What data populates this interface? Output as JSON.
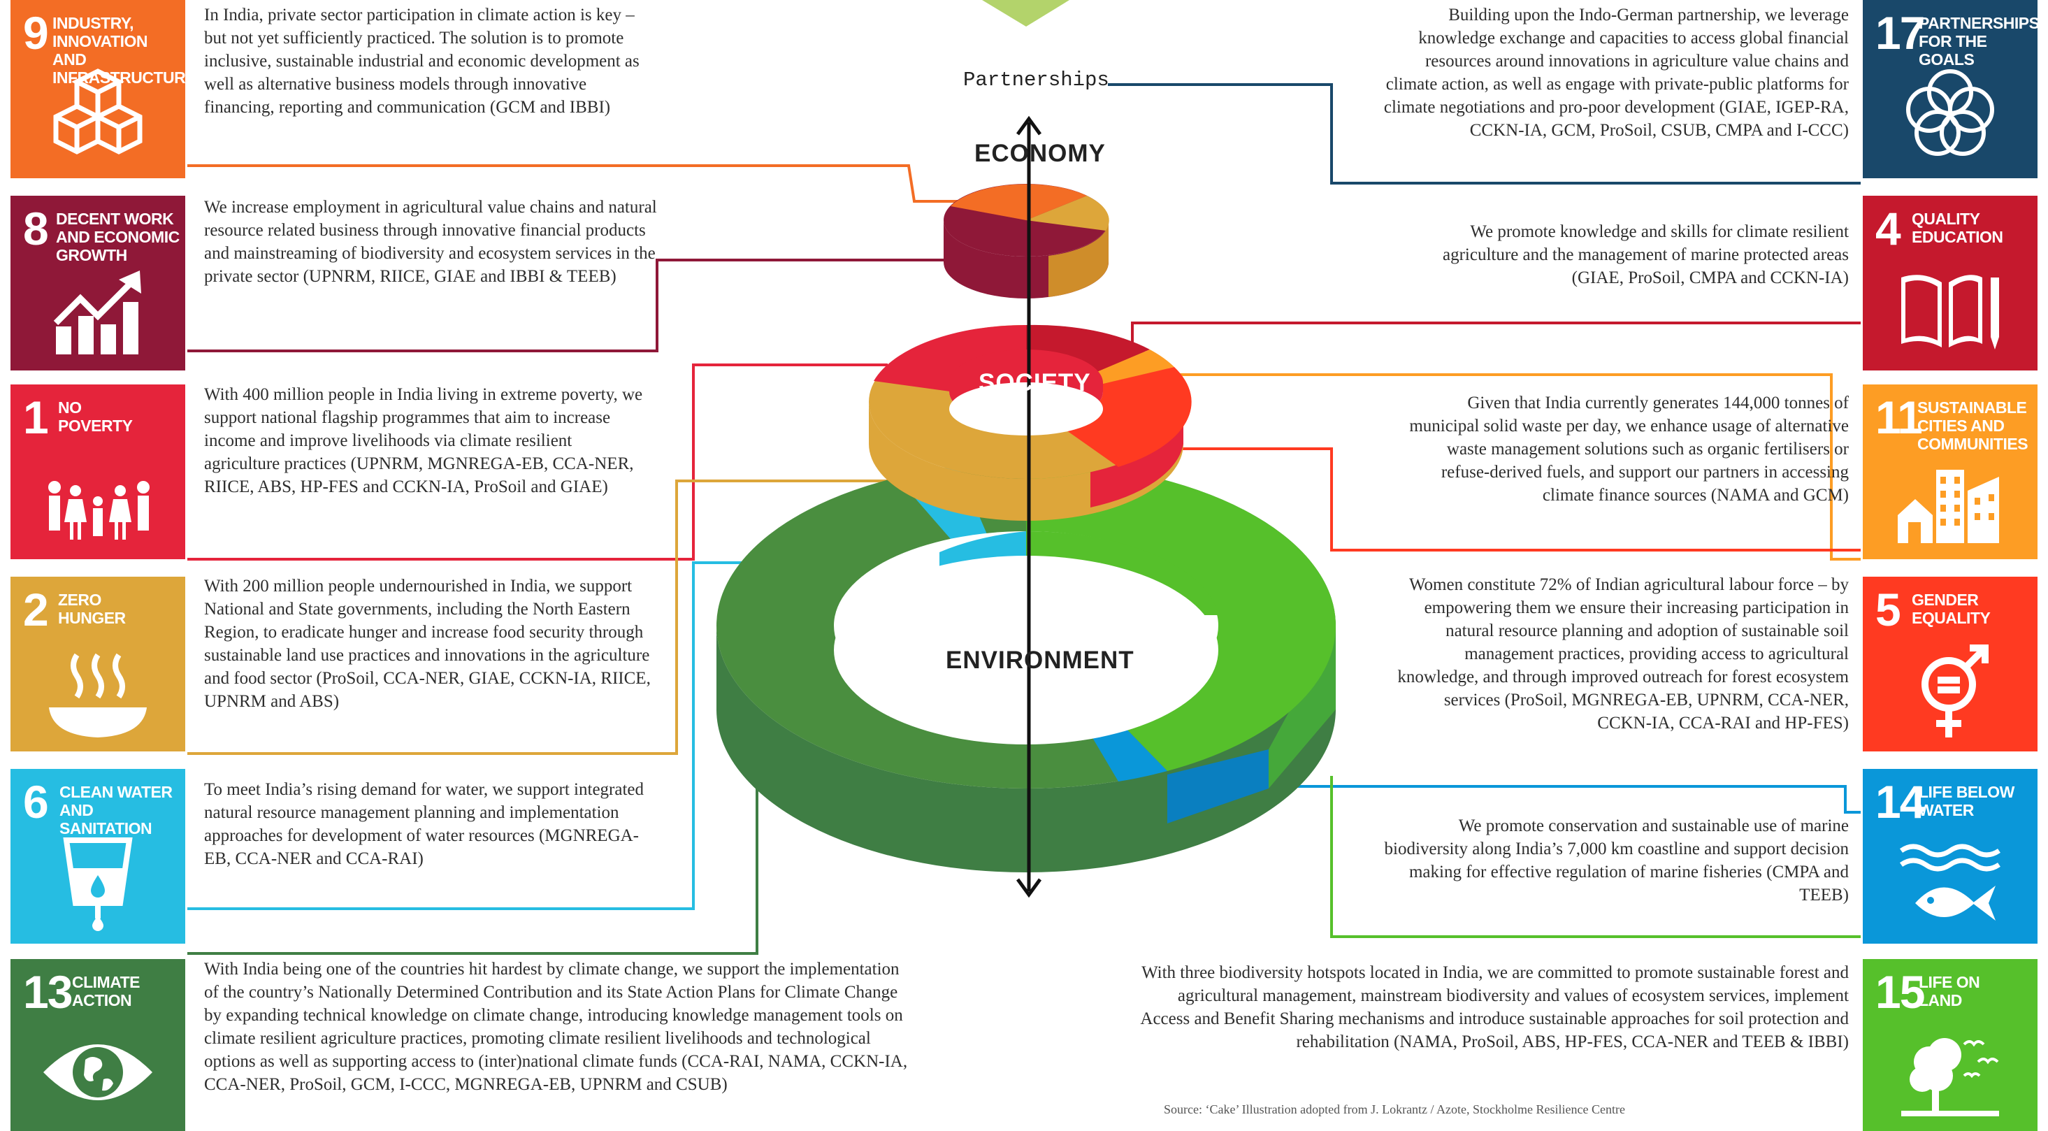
{
  "goals": {
    "g9": {
      "number": "9",
      "label": "Industry, innovation and infrastructure",
      "color": "#f36d25",
      "icon": "cubes-icon"
    },
    "g8": {
      "number": "8",
      "label": "Decent work and economic growth",
      "color": "#8f1838",
      "icon": "growth-chart-icon"
    },
    "g1": {
      "number": "1",
      "label": "No poverty",
      "color": "#e5243b",
      "icon": "family-icon"
    },
    "g2": {
      "number": "2",
      "label": "Zero hunger",
      "color": "#dda63a",
      "icon": "bowl-icon"
    },
    "g6": {
      "number": "6",
      "label": "Clean water and sanitation",
      "color": "#26bde2",
      "icon": "water-glass-icon"
    },
    "g13": {
      "number": "13",
      "label": "Climate action",
      "color": "#3f7e44",
      "icon": "eye-globe-icon"
    },
    "g17": {
      "number": "17",
      "label": "Partnerships for the goals",
      "color": "#19486a",
      "icon": "rings-icon"
    },
    "g4": {
      "number": "4",
      "label": "Quality education",
      "color": "#c5192d",
      "icon": "book-pencil-icon"
    },
    "g11": {
      "number": "11",
      "label": "Sustainable cities and communities",
      "color": "#fd9d24",
      "icon": "buildings-icon"
    },
    "g5": {
      "number": "5",
      "label": "Gender equality",
      "color": "#ff3a21",
      "icon": "gender-symbol-icon"
    },
    "g14": {
      "number": "14",
      "label": "Life below water",
      "color": "#0a97d9",
      "icon": "fish-icon"
    },
    "g15": {
      "number": "15",
      "label": "Life on land",
      "color": "#56c02b",
      "icon": "tree-birds-icon"
    }
  },
  "texts": {
    "g9": "In India, private sector participation in climate action is key – but not yet sufficiently practiced. The solution is to promote inclusive, sustainable industrial and economic development as well as alternative business models through innovative financing, reporting and communication (GCM and IBBI)",
    "g8": "We increase employment in agricultural value chains and natural resource related business through innovative financial products and mainstreaming of biodiversity and ecosystem services in the private sector (UPNRM, RIICE, GIAE and IBBI & TEEB)",
    "g1": "With 400 million people in India living in extreme poverty, we support national flagship programmes that aim to increase income and improve livelihoods via climate resilient agriculture practices (UPNRM, MGNREGA-EB, CCA-NER, RIICE, ABS, HP-FES and CCKN-IA, ProSoil and GIAE)",
    "g2": "With 200 million people undernourished in India, we support National and State governments, including the North Eastern Region, to eradicate hunger and increase food security through sustainable land use practices and innovations in the agriculture and food sector (ProSoil, CCA-NER, GIAE, CCKN-IA, RIICE, UPNRM and ABS)",
    "g6": "To meet India’s rising demand for water, we support integrated natural resource management planning and implementation approaches for development of water resources (MGNREGA-EB, CCA-NER and CCA-RAI)",
    "g13": "With India being one of the countries hit hardest by climate change, we support the implementation of the country’s Nationally Determined Contribution and its State Action Plans for Climate Change by expanding technical knowledge on climate change, introducing knowledge management tools on climate resilient agriculture practices, promoting climate resilient livelihoods and technological options as well as supporting access to (inter)national climate funds (CCA-RAI, NAMA, CCKN-IA, CCA-NER, ProSoil, GCM, I-CCC, MGNREGA-EB, UPNRM and CSUB)",
    "g17": "Building upon the Indo-German partnership, we leverage knowledge exchange and capacities to access global financial resources around innovations in agriculture value chains and climate action, as well as engage with private-public platforms for climate negotiations and pro-poor development (GIAE, IGEP-RA, CCKN-IA, GCM, ProSoil, CSUB, CMPA and I-CCC)",
    "g4": "We promote knowledge and skills for climate resilient agriculture and the management of marine protected areas (GIAE, ProSoil, CMPA and CCKN-IA)",
    "g11": "Given that India currently generates 144,000 tonnes of municipal solid waste per day, we enhance usage of alternative waste management solutions such as organic fertilisers or refuse-derived fuels, and support our partners in accessing climate finance sources (NAMA and GCM)",
    "g5": "Women constitute 72% of Indian agricultural labour force – by empowering them we ensure their increasing participation in natural resource planning and adoption of sustainable soil management practices, providing access to agricultural knowledge, and through improved outreach for forest ecosystem services (ProSoil, MGNREGA-EB, UPNRM, CCA-NER, CCKN-IA, CCA-RAI and HP-FES)",
    "g14": "We promote conservation and sustainable use of marine biodiversity along India’s 7,000 km coastline and support decision making for effective regulation of marine fisheries (CMPA and TEEB)",
    "g15": "With three biodiversity hotspots located in India, we are committed to promote sustainable forest and agricultural management, mainstream biodiversity and values of ecosystem services, implement Access and Benefit Sharing mechanisms and introduce sustainable approaches for soil protection and rehabilitation (NAMA, ProSoil, ABS, HP-FES, CCA-NER and TEEB & IBBI)"
  },
  "cake": {
    "partnerships": "Partnerships",
    "economy": "ECONOMY",
    "society": "SOCIETY",
    "environment": "ENVIRONMENT"
  },
  "source": "Source: ‘Cake’ Illustration adopted from J. Lokrantz / Azote, Stockholme Resilience Centre"
}
